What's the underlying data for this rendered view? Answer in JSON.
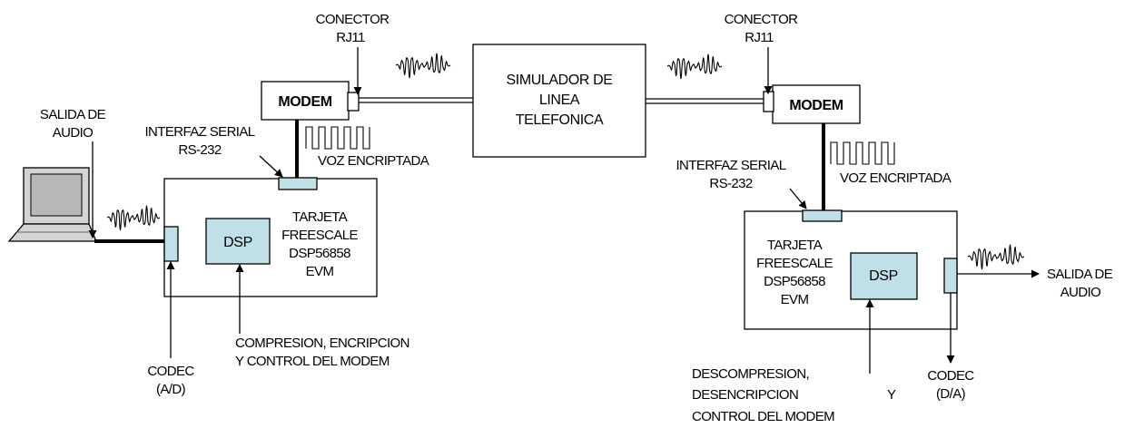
{
  "labels": {
    "connector_left": [
      "CONECTOR",
      "RJ11"
    ],
    "connector_right": [
      "CONECTOR",
      "RJ11"
    ],
    "modem_left": "MODEM",
    "modem_right": "MODEM",
    "simulator": [
      "SIMULADOR DE",
      "LINEA",
      "TELEFONICA"
    ],
    "audio_out_left": [
      "SALIDA DE",
      "AUDIO"
    ],
    "audio_out_right": [
      "SALIDA DE",
      "AUDIO"
    ],
    "serial_left": [
      "INTERFAZ SERIAL",
      "RS-232"
    ],
    "serial_right": [
      "INTERFAZ SERIAL",
      "RS-232"
    ],
    "encrypted_left": "VOZ ENCRIPTADA",
    "encrypted_right": "VOZ ENCRIPTADA",
    "board_left": [
      "TARJETA",
      "FREESCALE",
      "DSP56858",
      "EVM"
    ],
    "board_right": [
      "TARJETA",
      "FREESCALE",
      "DSP56858",
      "EVM"
    ],
    "dsp_left": "DSP",
    "dsp_right": "DSP",
    "compression": [
      "COMPRESION, ENCRIPCION",
      "Y CONTROL DEL MODEM"
    ],
    "codec_left": [
      "CODEC",
      "(A/D)"
    ],
    "codec_right": [
      "CODEC",
      "(D/A)"
    ],
    "decompression": [
      "DESCOMPRESION,",
      "DESENCRIPCION",
      "CONTROL DEL MODEM"
    ],
    "y_label": "Y"
  },
  "icons": {
    "laptop": "laptop-icon",
    "analog_wave": "analog-waveform-icon",
    "digital_wave": "square-wave-icon"
  },
  "colors": {
    "chip_fill": "#bfe0e6",
    "line": "#000000",
    "laptop_screen": "#b8b8b8",
    "laptop_body": "#d4d4d4"
  }
}
